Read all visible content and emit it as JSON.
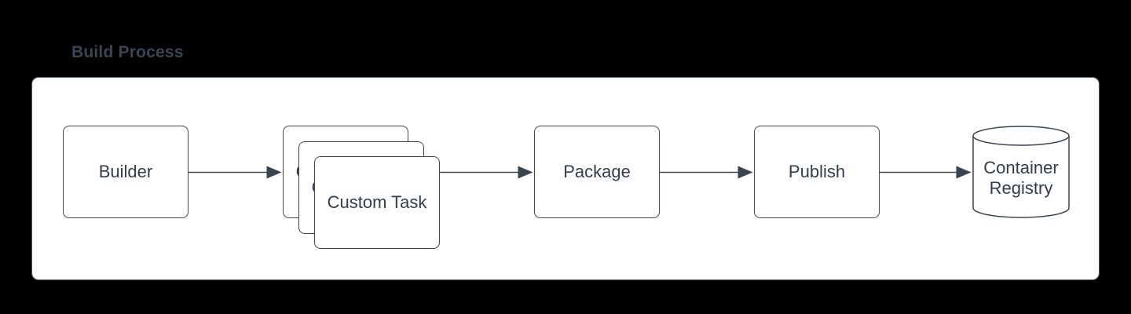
{
  "page": {
    "background_color": "#000000",
    "canvas_fill": "#ffffff",
    "stroke_color": "#3e4651",
    "text_color": "#333d49",
    "title_color": "#3c4552"
  },
  "diagram": {
    "title": "Build Process",
    "nodes": [
      {
        "id": "builder",
        "label": "Builder",
        "shape": "rectangle"
      },
      {
        "id": "custom-task",
        "label": "Custom Task",
        "shape": "stacked-rectangles"
      },
      {
        "id": "package",
        "label": "Package",
        "shape": "rectangle"
      },
      {
        "id": "publish",
        "label": "Publish",
        "shape": "rectangle"
      },
      {
        "id": "container-registry",
        "label": "Container Registry",
        "shape": "cylinder"
      }
    ],
    "connections": [
      {
        "from": "Builder",
        "to": "Custom Task"
      },
      {
        "from": "Custom Task",
        "to": "Package"
      },
      {
        "from": "Package",
        "to": "Publish"
      },
      {
        "from": "Publish",
        "to": "Container Registry"
      }
    ]
  }
}
